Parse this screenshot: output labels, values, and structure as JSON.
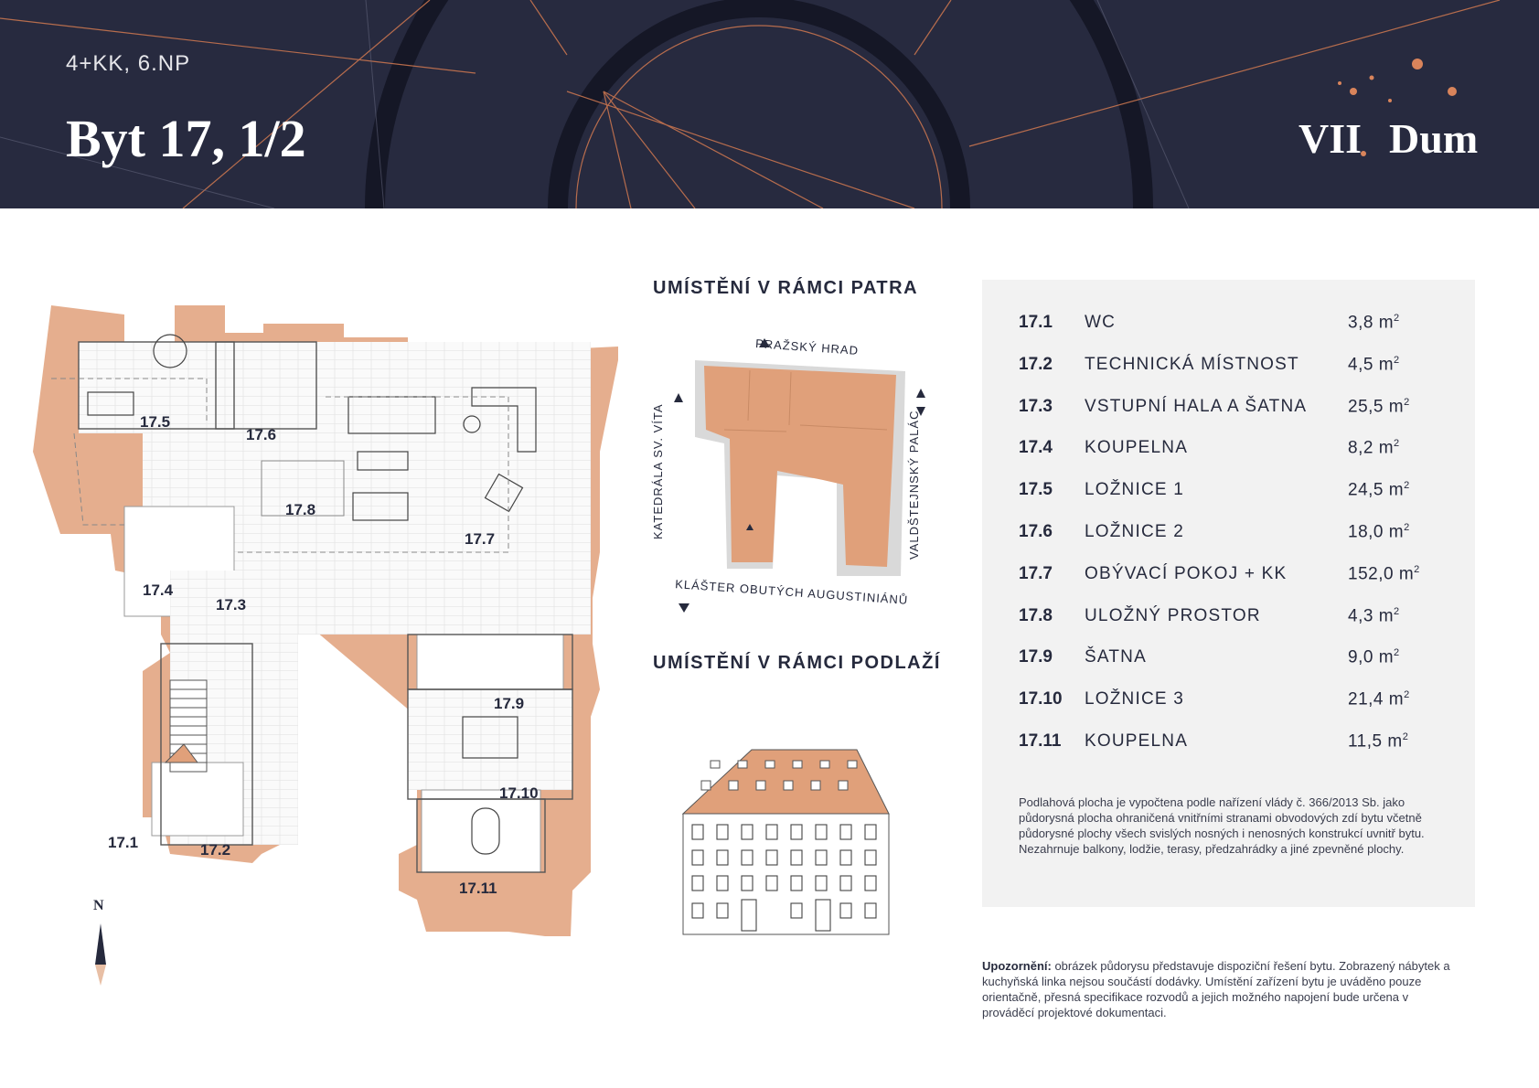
{
  "header": {
    "subtitle": "4+KK, 6.NP",
    "title": "Byt 17, 1/2",
    "logo_left": "VII",
    "logo_right": "Dum"
  },
  "colors": {
    "header_bg": "#272a3f",
    "accent": "#d9845b",
    "plan_fill": "#e0a07a",
    "panel_bg": "#f2f2f2"
  },
  "sections": {
    "floor_location": "UMÍSTĚNÍ V RÁMCI PATRA",
    "level_location": "UMÍSTĚNÍ V RÁMCI PODLAŽÍ"
  },
  "location_map": {
    "north": "PRAŽSKÝ HRAD",
    "south": "KLÁŠTER OBUTÝCH AUGUSTINIÁNŮ",
    "west": "KATEDRÁLA SV. VÍTA",
    "east": "VALDŠTEJNSKÝ PALÁC"
  },
  "plan_labels": {
    "r1": "17.1",
    "r2": "17.2",
    "r3": "17.3",
    "r4": "17.4",
    "r5": "17.5",
    "r6": "17.6",
    "r7": "17.7",
    "r8": "17.8",
    "r9": "17.9",
    "r10": "17.10",
    "r11": "17.11"
  },
  "north_label": "N",
  "rooms": [
    {
      "id": "17.1",
      "name": "WC",
      "area": "3,8 m"
    },
    {
      "id": "17.2",
      "name": "TECHNICKÁ MÍSTNOST",
      "area": "4,5 m"
    },
    {
      "id": "17.3",
      "name": "VSTUPNÍ HALA A ŠATNA",
      "area": "25,5 m"
    },
    {
      "id": "17.4",
      "name": "KOUPELNA",
      "area": "8,2 m"
    },
    {
      "id": "17.5",
      "name": "LOŽNICE 1",
      "area": "24,5 m"
    },
    {
      "id": "17.6",
      "name": "LOŽNICE 2",
      "area": "18,0 m"
    },
    {
      "id": "17.7",
      "name": "OBÝVACÍ POKOJ + KK",
      "area": "152,0 m"
    },
    {
      "id": "17.8",
      "name": "ULOŽNÝ PROSTOR",
      "area": "4,3 m"
    },
    {
      "id": "17.9",
      "name": "ŠATNA",
      "area": "9,0 m"
    },
    {
      "id": "17.10",
      "name": "LOŽNICE 3",
      "area": "21,4 m"
    },
    {
      "id": "17.11",
      "name": "KOUPELNA",
      "area": "11,5 m"
    }
  ],
  "area_unit_sup": "2",
  "panel_note": "Podlahová plocha je vypočtena podle nařízení vlády č. 366/2013 Sb. jako půdorysná plocha ohraničená vnitřními stranami obvodových zdí bytu včetně půdorysné plochy všech svislých nosných i nenosných konstrukcí uvnitř bytu. Nezahrnuje balkony, lodžie, terasy, předzahrádky a jiné zpevněné plochy.",
  "warning": {
    "label": "Upozornění:",
    "text": " obrázek půdorysu představuje dispoziční řešení bytu. Zobrazený nábytek a kuchyňská linka nejsou součástí dodávky. Umístění zařízení bytu je uváděno pouze orientačně, přesná specifikace rozvodů a jejich možného napojení bude určena v prováděcí projektové dokumentaci."
  }
}
